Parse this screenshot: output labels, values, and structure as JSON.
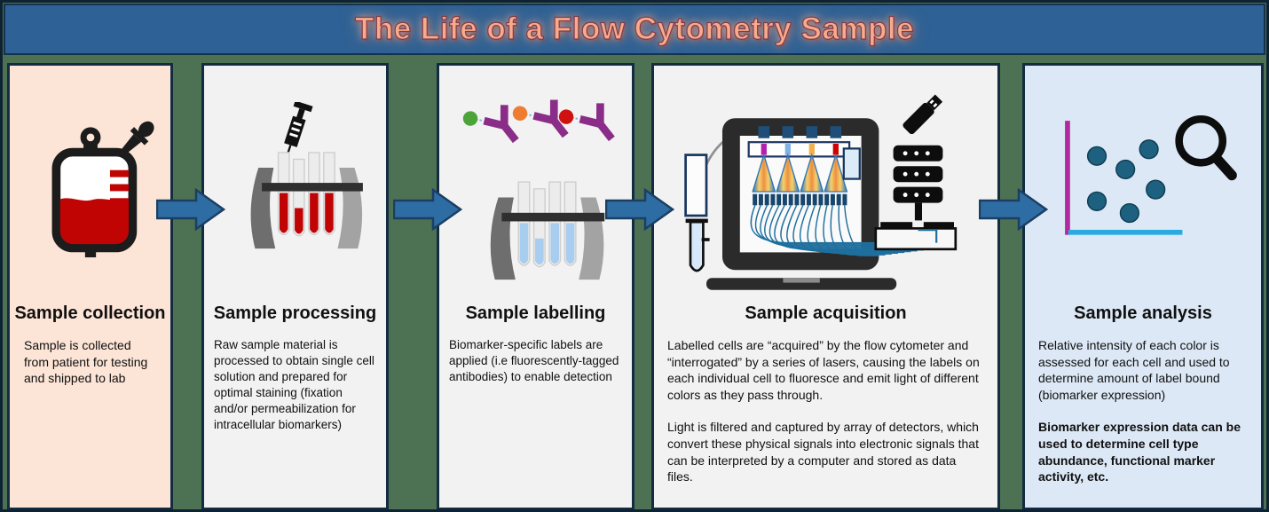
{
  "title": "The Life of a Flow Cytometry Sample",
  "colors": {
    "banner_blue": "#2e6195",
    "background_green": "#4d7253",
    "arrow_blue": "#2e6da4",
    "panel_collection_peach": "#fce4d6",
    "panel_gray": "#f2f2f2",
    "panel_analysis_blue": "#dce8f6",
    "title_salmon": "#f7ab8b",
    "blood_red": "#c00404",
    "antibody_purple": "#8a2d88"
  },
  "stages": [
    {
      "heading": "Sample collection",
      "icon": "blood-bag-dropper-icon",
      "body": [
        "Sample is collected from patient for testing and shipped to lab"
      ]
    },
    {
      "heading": "Sample processing",
      "icon": "blood-tubes-syringe-icon",
      "body": [
        "Raw sample material is processed to obtain single cell solution and prepared for optimal staining (fixation and/or permeabilization for intracellular biomarkers)"
      ]
    },
    {
      "heading": "Sample labelling",
      "icon": "fluorescent-antibodies-tubes-icon",
      "body": [
        "Biomarker-specific labels are applied (i.e fluorescently-tagged antibodies) to enable detection"
      ]
    },
    {
      "heading": "Sample acquisition",
      "icon": "flow-cytometer-laptop-icon",
      "body": [
        "Labelled cells are “acquired” by the flow cytometer and “interrogated” by a series of lasers, causing the labels on each individual cell to fluoresce and emit light of different colors as they pass through.",
        "Light is filtered and captured by array of detectors, which convert these physical signals into electronic signals that can be interpreted by a computer and stored as data files."
      ]
    },
    {
      "heading": "Sample analysis",
      "icon": "scatter-plot-magnifier-icon",
      "body": [
        "Relative intensity of each color is assessed for each cell and used to determine amount of label bound (biomarker expression)"
      ],
      "body_bold": "Biomarker expression data can be used to determine cell type abundance, functional marker activity, etc."
    }
  ]
}
